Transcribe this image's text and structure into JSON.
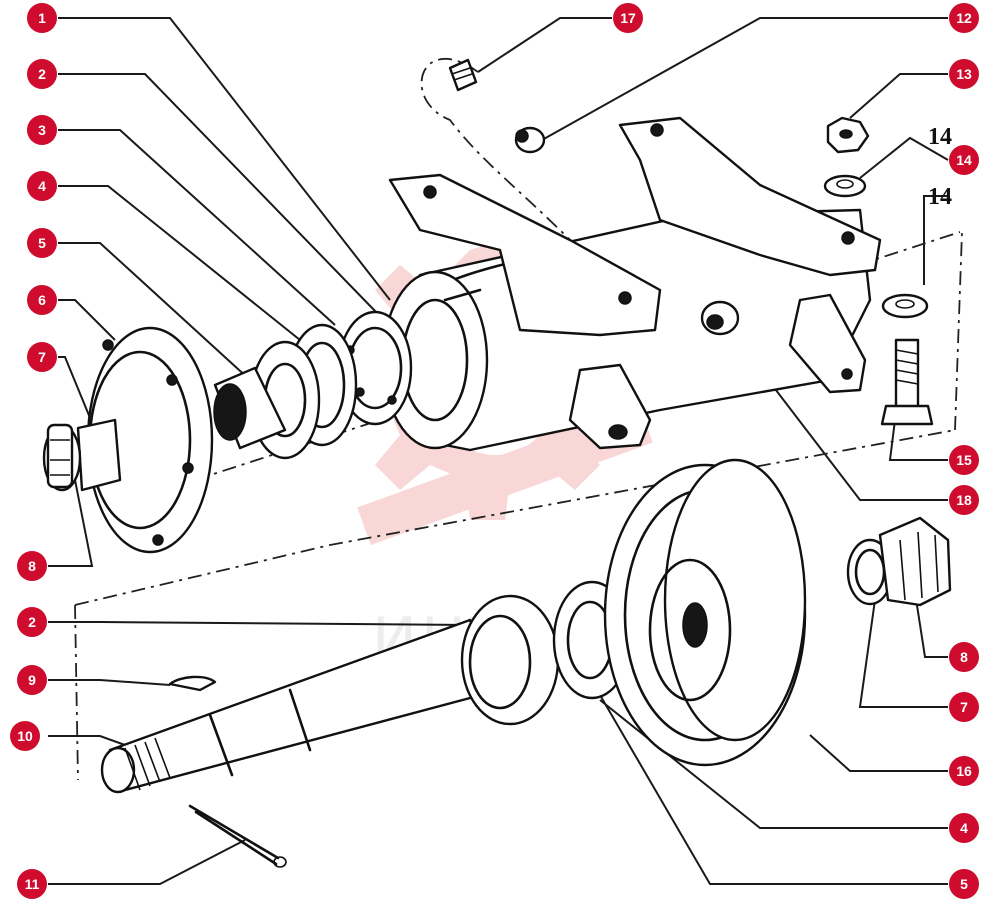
{
  "watermark": {
    "text": "ИНТЕХ",
    "color": "#f2a8a8"
  },
  "badge_color": "#cf0b2e",
  "callouts": [
    {
      "label": "1"
    },
    {
      "label": "2"
    },
    {
      "label": "3"
    },
    {
      "label": "4"
    },
    {
      "label": "5"
    },
    {
      "label": "6"
    },
    {
      "label": "7"
    },
    {
      "label": "8"
    },
    {
      "label": "17"
    },
    {
      "label": "12"
    },
    {
      "label": "13"
    },
    {
      "label": "14"
    },
    {
      "label": "14"
    },
    {
      "label": "15"
    },
    {
      "label": "18"
    },
    {
      "label": "2"
    },
    {
      "label": "9"
    },
    {
      "label": "10"
    },
    {
      "label": "11"
    },
    {
      "label": "8"
    },
    {
      "label": "7"
    },
    {
      "label": "16"
    },
    {
      "label": "4"
    },
    {
      "label": "5"
    }
  ],
  "handwritten_labels": [
    {
      "text": "14"
    },
    {
      "text": "14"
    }
  ]
}
